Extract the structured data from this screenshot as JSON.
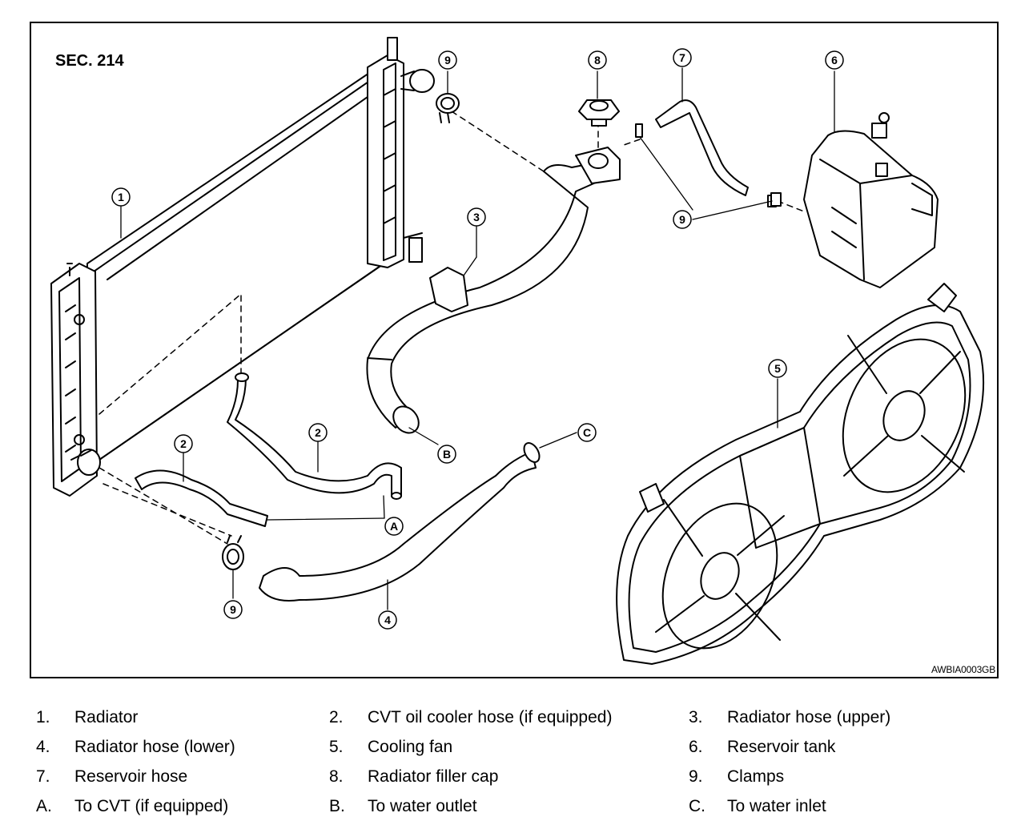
{
  "diagram": {
    "section": "SEC. 214",
    "image_code": "AWBIA0003GB",
    "callouts": [
      {
        "label": "1"
      },
      {
        "label": "2"
      },
      {
        "label": "2"
      },
      {
        "label": "3"
      },
      {
        "label": "4"
      },
      {
        "label": "5"
      },
      {
        "label": "6"
      },
      {
        "label": "7"
      },
      {
        "label": "8"
      },
      {
        "label": "9"
      },
      {
        "label": "9"
      },
      {
        "label": "9"
      },
      {
        "label": "A"
      },
      {
        "label": "B"
      },
      {
        "label": "C"
      }
    ]
  },
  "legend": [
    {
      "key": "1.",
      "text": "Radiator"
    },
    {
      "key": "2.",
      "text": "CVT oil cooler hose (if equipped)"
    },
    {
      "key": "3.",
      "text": "Radiator hose (upper)"
    },
    {
      "key": "4.",
      "text": "Radiator hose (lower)"
    },
    {
      "key": "5.",
      "text": "Cooling fan"
    },
    {
      "key": "6.",
      "text": "Reservoir tank"
    },
    {
      "key": "7.",
      "text": "Reservoir hose"
    },
    {
      "key": "8.",
      "text": "Radiator filler cap"
    },
    {
      "key": "9.",
      "text": "Clamps"
    },
    {
      "key": "A.",
      "text": "To CVT (if equipped)"
    },
    {
      "key": "B.",
      "text": "To water outlet"
    },
    {
      "key": "C.",
      "text": "To water inlet"
    }
  ]
}
